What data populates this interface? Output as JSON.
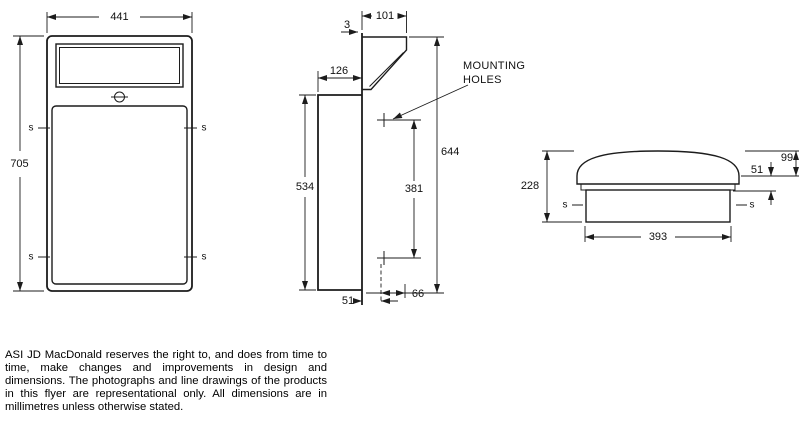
{
  "views": {
    "front": {
      "dim_width": "441",
      "dim_height": "705",
      "s_mark": "s"
    },
    "side": {
      "dim_top_depth": "101",
      "dim_gap": "3",
      "dim_body_depth": "126",
      "dim_front_height": "534",
      "dim_overall_height": "644",
      "dim_hole_spacing": "381",
      "dim_bottom_offset": "51",
      "dim_hole_depth": "66",
      "mounting_line1": "MOUNTING",
      "mounting_line2": "HOLES"
    },
    "end": {
      "dim_height": "228",
      "dim_lip": "51",
      "dim_top_height": "99",
      "dim_width": "393",
      "s_mark": "s"
    }
  },
  "footer": {
    "disclaimer": "ASI JD MacDonald reserves the right to, and does from time to time, make changes and improvements in design and dimensions. The photographs and line drawings of the products in this flyer are representational only. All dimensions are in millimetres unless otherwise stated."
  }
}
